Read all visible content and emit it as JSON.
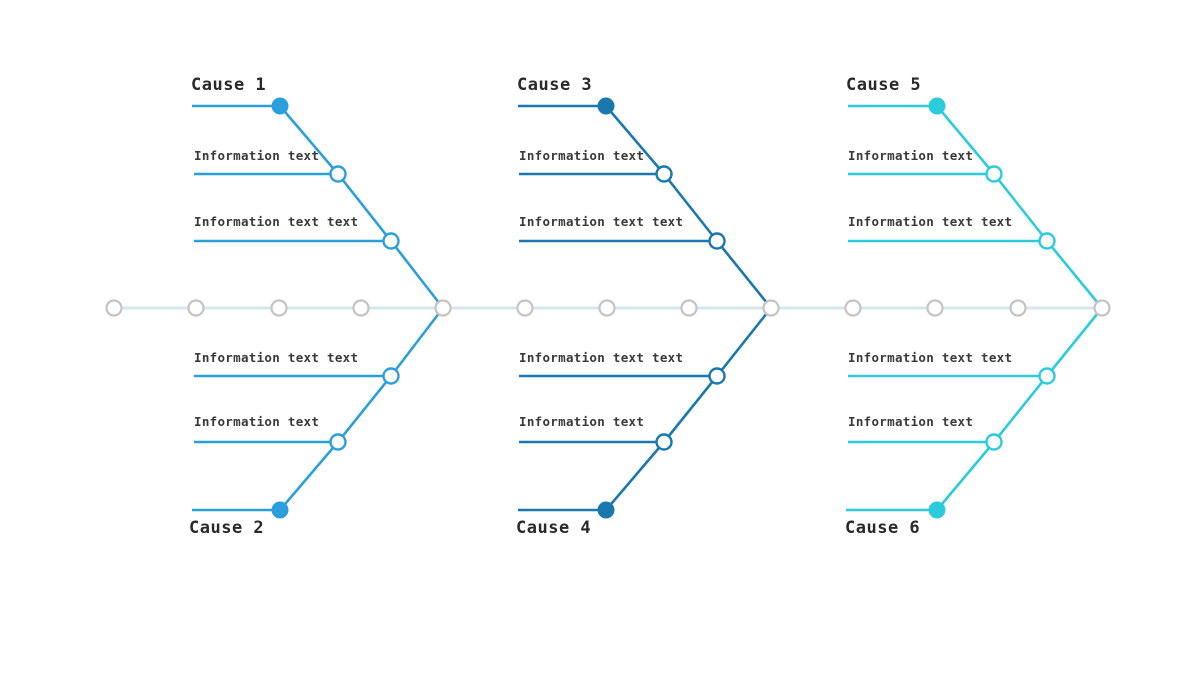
{
  "colors": {
    "spine": "#d6e6f2",
    "spine_node": "#c4c4c4",
    "background": "#ffffff"
  },
  "groups": [
    {
      "color": "#2b9fdc",
      "top_cause": "Cause 1",
      "bottom_cause": "Cause 2",
      "top_info": [
        "Information text",
        "Information text text"
      ],
      "bottom_info": [
        "Information text text",
        "Information text"
      ]
    },
    {
      "color": "#1978ad",
      "top_cause": "Cause 3",
      "bottom_cause": "Cause 4",
      "top_info": [
        "Information text",
        "Information text text"
      ],
      "bottom_info": [
        "Information text text",
        "Information text"
      ]
    },
    {
      "color": "#2ccbdc",
      "top_cause": "Cause 5",
      "bottom_cause": "Cause 6",
      "top_info": [
        "Information text",
        "Information text text"
      ],
      "bottom_info": [
        "Information text text",
        "Information text"
      ]
    }
  ]
}
